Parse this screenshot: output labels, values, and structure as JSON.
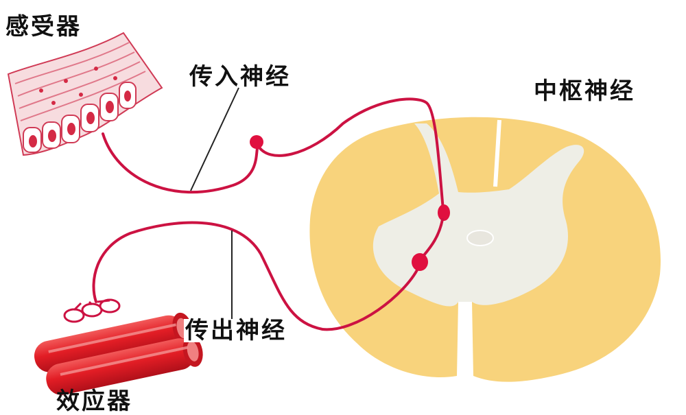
{
  "labels": {
    "receptor": "感受器",
    "afferent_nerve": "传入神经",
    "central_nerve": "中枢神经",
    "efferent_nerve": "传出神经",
    "effector": "效应器"
  },
  "colors": {
    "nerve_fiber": "#cc1242",
    "white_matter": "#f8d37c",
    "gray_matter": "#eeeee6",
    "muscle_red": "#e8222a",
    "receptor_tissue": "#f6d6da"
  }
}
